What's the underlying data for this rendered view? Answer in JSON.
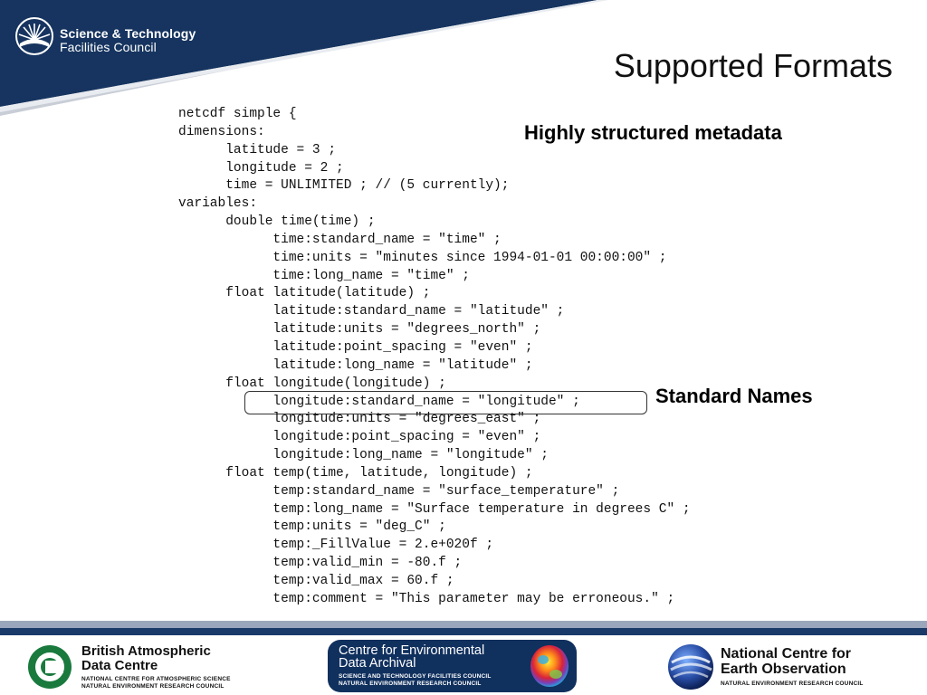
{
  "header": {
    "org_line1": "Science & Technology",
    "org_line2": "Facilities Council"
  },
  "slide": {
    "title": "Supported Formats",
    "callout_metadata": "Highly structured metadata",
    "callout_standard_names": "Standard Names"
  },
  "code_lines": [
    "netcdf simple {",
    "dimensions:",
    "      latitude = 3 ;",
    "      longitude = 2 ;",
    "      time = UNLIMITED ; // (5 currently);",
    "variables:",
    "      double time(time) ;",
    "            time:standard_name = \"time\" ;",
    "            time:units = \"minutes since 1994-01-01 00:00:00\" ;",
    "            time:long_name = \"time\" ;",
    "      float latitude(latitude) ;",
    "            latitude:standard_name = \"latitude\" ;",
    "            latitude:units = \"degrees_north\" ;",
    "            latitude:point_spacing = \"even\" ;",
    "            latitude:long_name = \"latitude\" ;",
    "      float longitude(longitude) ;",
    "            longitude:standard_name = \"longitude\" ;",
    "            longitude:units = \"degrees_east\" ;",
    "            longitude:point_spacing = \"even\" ;",
    "            longitude:long_name = \"longitude\" ;",
    "      float temp(time, latitude, longitude) ;",
    "            temp:standard_name = \"surface_temperature\" ;",
    "            temp:long_name = \"Surface temperature in degrees C\" ;",
    "            temp:units = \"deg_C\" ;",
    "            temp:_FillValue = 2.e+020f ;",
    "            temp:valid_min = -80.f ;",
    "            temp:valid_max = 60.f ;",
    "            temp:comment = \"This parameter may be erroneous.\" ;"
  ],
  "footer": {
    "badc": {
      "name_line1": "British Atmospheric",
      "name_line2": "Data Centre",
      "sub_line1": "NATIONAL CENTRE FOR ATMOSPHERIC SCIENCE",
      "sub_line2": "NATURAL ENVIRONMENT RESEARCH COUNCIL"
    },
    "ceda": {
      "name_line1": "Centre for Environmental",
      "name_line2": "Data Archival",
      "sub_line1": "SCIENCE AND TECHNOLOGY FACILITIES COUNCIL",
      "sub_line2": "NATURAL ENVIRONMENT RESEARCH COUNCIL"
    },
    "nceo": {
      "name_line1": "National Centre for",
      "name_line2": "Earth Observation",
      "sub_line1": "NATURAL ENVIRONMENT RESEARCH COUNCIL"
    }
  },
  "colors": {
    "header_navy": "#16345f",
    "footer_navy": "#1a3a6a",
    "footer_light": "#9aa6bb"
  }
}
